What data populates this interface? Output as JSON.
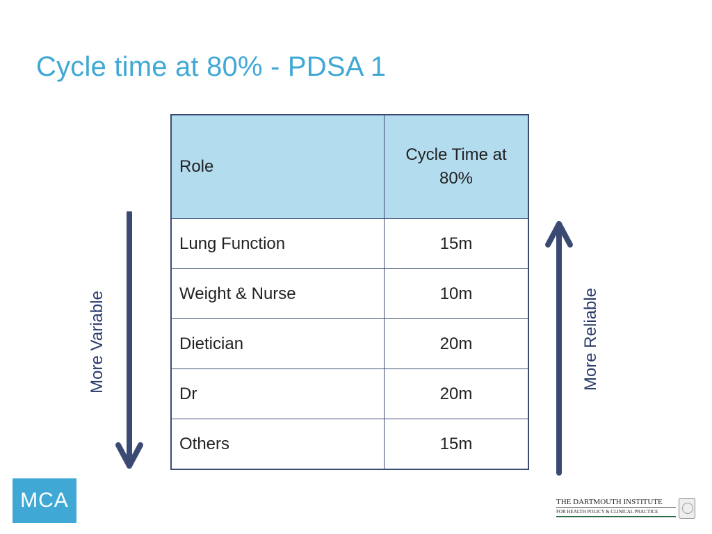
{
  "slide": {
    "title": "Cycle time at 80% - PDSA 1"
  },
  "table": {
    "headers": [
      "Role",
      "Cycle Time at 80%"
    ],
    "rows": [
      {
        "role": "Lung Function",
        "time": "15m"
      },
      {
        "role": "Weight & Nurse",
        "time": "10m"
      },
      {
        "role": "Dietician",
        "time": "20m"
      },
      {
        "role": "Dr",
        "time": "20m"
      },
      {
        "role": "Others",
        "time": "15m"
      }
    ]
  },
  "labels": {
    "left": "More Variable",
    "right": "More Reliable"
  },
  "colors": {
    "title": "#3fa8d5",
    "header_fill": "#b3dcef",
    "border": "#3b4a73",
    "arrow": "#3b4a73"
  },
  "icons": {
    "left_arrow": "arrow-down-icon",
    "right_arrow": "arrow-up-icon"
  },
  "logos": {
    "mca": "MCA",
    "dartmouth_line1": "THE DARTMOUTH INSTITUTE",
    "dartmouth_line2": "FOR HEALTH POLICY & CLINICAL PRACTICE"
  }
}
